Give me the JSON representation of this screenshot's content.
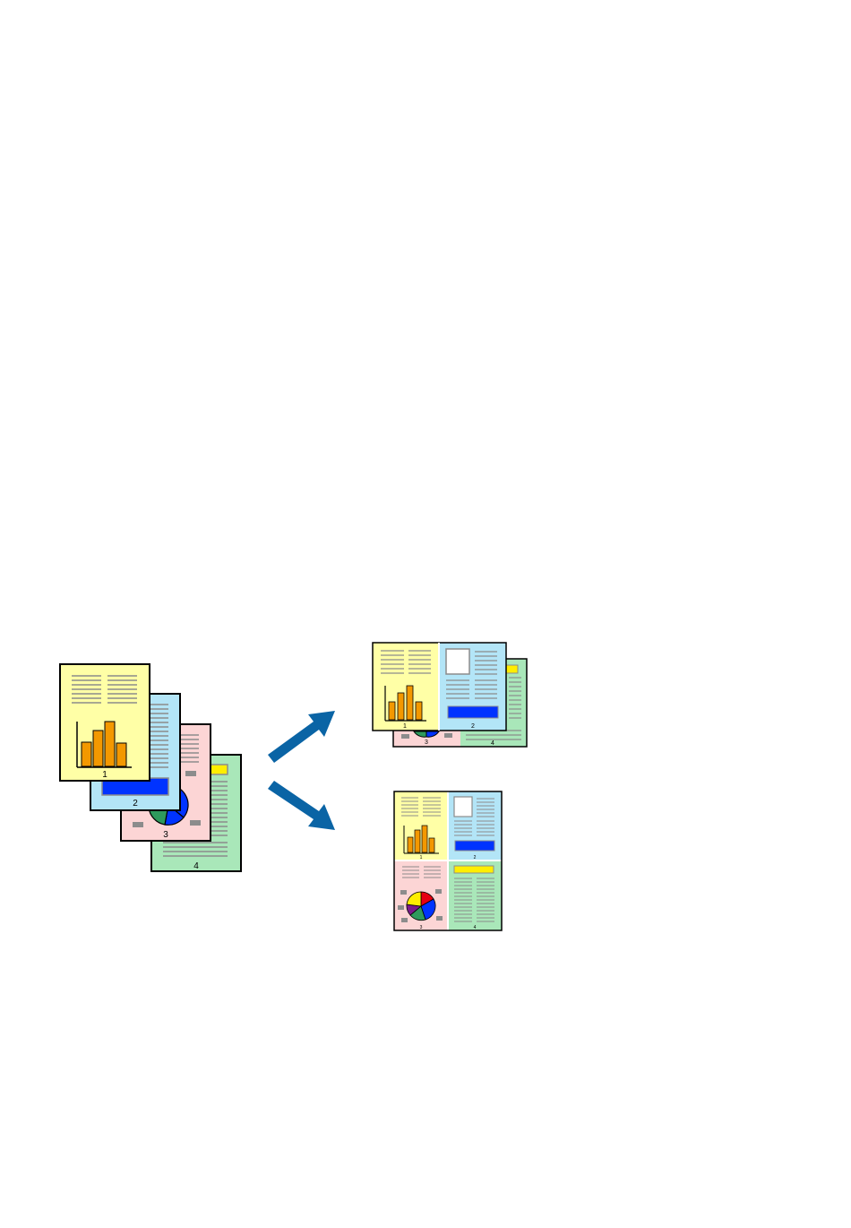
{
  "colors": {
    "page1": "#ffffa6",
    "page2": "#b3e5f7",
    "page3": "#fcd5d5",
    "page4": "#a9e7b9",
    "text_lines": "#8c8c8c",
    "bar": "#f39800",
    "blue_box": "#0033ff",
    "yellow_box": "#ffee00",
    "arrow": "#0a64a5",
    "pie_blue": "#0033ff",
    "pie_green": "#2e9a5c",
    "pie_purple": "#7a1a8a",
    "pie_red": "#e60012",
    "pie_yellow": "#ffee00"
  },
  "source_pages": [
    {
      "label": "4"
    },
    {
      "label": "3"
    },
    {
      "label": "2"
    },
    {
      "label": "1"
    }
  ],
  "two_up_sheet": {
    "front_labels": [
      "1",
      "2"
    ],
    "back_labels": [
      "3",
      "4"
    ]
  },
  "four_up_sheet": {
    "labels": [
      "1",
      "2",
      "3",
      "4"
    ]
  }
}
